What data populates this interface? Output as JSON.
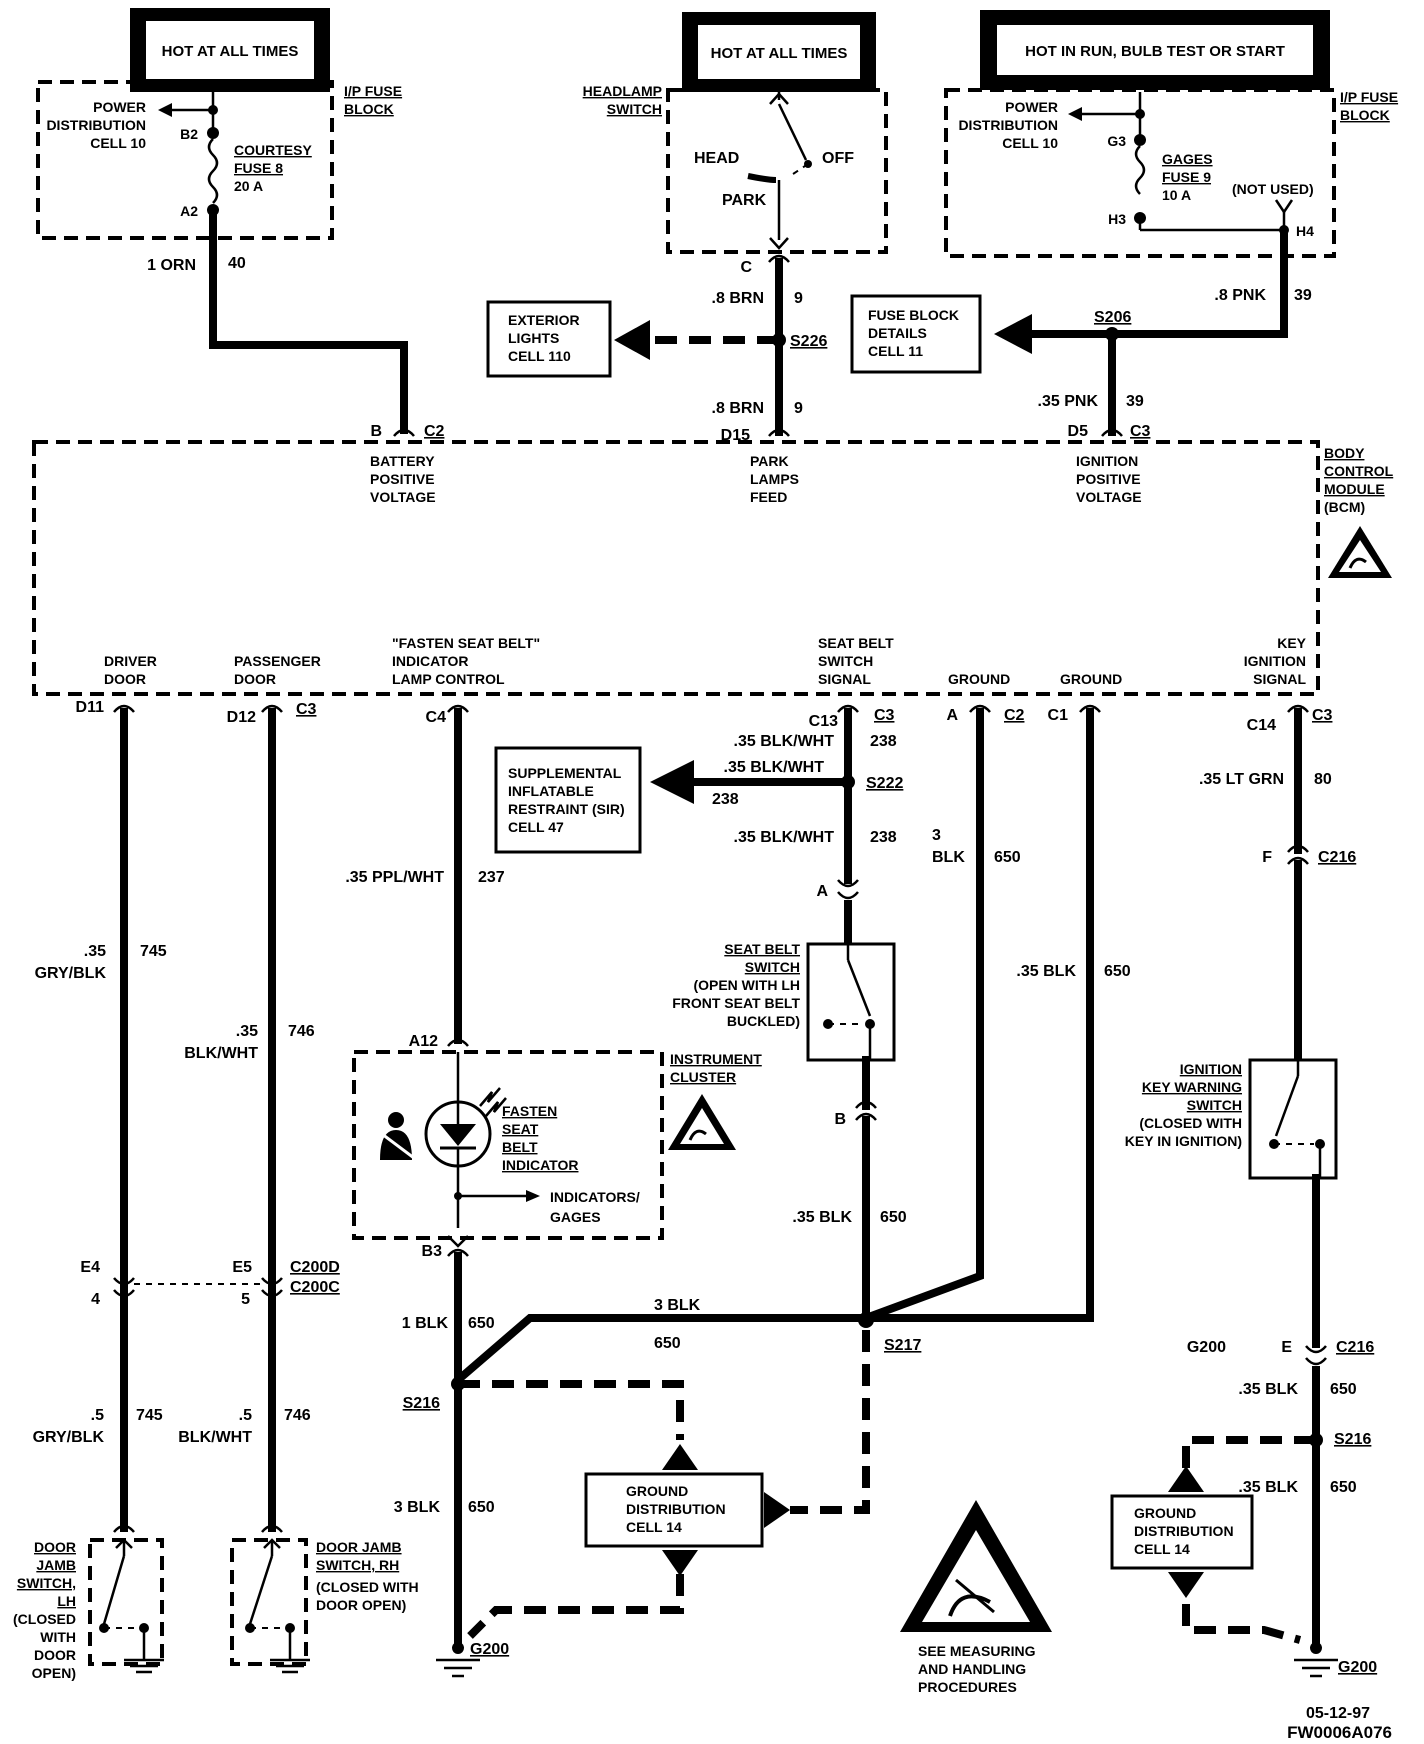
{
  "sources": {
    "hot_at_all_times_left": "HOT AT ALL TIMES",
    "hot_at_all_times_mid": "HOT AT ALL TIMES",
    "hot_in_run": "HOT IN RUN, BULB TEST OR START"
  },
  "fuse_block_left": {
    "title_1": "I/P FUSE",
    "title_2": "BLOCK",
    "pdc_1": "POWER",
    "pdc_2": "DISTRIBUTION",
    "pdc_3": "CELL 10",
    "pin_top": "B2",
    "pin_bot": "A2",
    "fuse_1": "COURTESY",
    "fuse_2": "FUSE 8",
    "fuse_3": "20 A"
  },
  "headlamp_switch": {
    "title_1": "HEADLAMP",
    "title_2": "SWITCH",
    "head": "HEAD",
    "off": "OFF",
    "park": "PARK",
    "conn": "C"
  },
  "fuse_block_right": {
    "title_1": "I/P FUSE",
    "title_2": "BLOCK",
    "pdc_1": "POWER",
    "pdc_2": "DISTRIBUTION",
    "pdc_3": "CELL 10",
    "pin_g3": "G3",
    "pin_h3": "H3",
    "pin_h4": "H4",
    "fuse_1": "GAGES",
    "fuse_2": "FUSE 9",
    "fuse_3": "10 A",
    "not_used": "(NOT USED)"
  },
  "refs": {
    "exterior_1": "EXTERIOR",
    "exterior_2": "LIGHTS",
    "exterior_3": "CELL 110",
    "fuseblk_1": "FUSE BLOCK",
    "fuseblk_2": "DETAILS",
    "fuseblk_3": "CELL 11",
    "sir_1": "SUPPLEMENTAL",
    "sir_2": "INFLATABLE",
    "sir_3": "RESTRAINT (SIR)",
    "sir_4": "CELL 47",
    "gd1_1": "GROUND",
    "gd1_2": "DISTRIBUTION",
    "gd1_3": "CELL 14",
    "gd2_1": "GROUND",
    "gd2_2": "DISTRIBUTION",
    "gd2_3": "CELL 14"
  },
  "wires_top": {
    "w40_color": "1 ORN",
    "w40_num": "40",
    "w9a_color": ".8 BRN",
    "w9a_num": "9",
    "s226": "S226",
    "w9b_color": ".8 BRN",
    "w9b_num": "9",
    "w39a_color": ".8 PNK",
    "w39a_num": "39",
    "s206": "S206",
    "w39b_color": ".35 PNK",
    "w39b_num": "39"
  },
  "bcm": {
    "title_1": "BODY",
    "title_2": "CONTROL",
    "title_3": "MODULE",
    "title_4": "(BCM)",
    "c2_pin": "B",
    "c2": "C2",
    "batt_1": "BATTERY",
    "batt_2": "POSITIVE",
    "batt_3": "VOLTAGE",
    "d15": "D15",
    "park_1": "PARK",
    "park_2": "LAMPS",
    "park_3": "FEED",
    "d5": "D5",
    "c3_top": "C3",
    "ign_1": "IGNITION",
    "ign_2": "POSITIVE",
    "ign_3": "VOLTAGE",
    "drv_1": "DRIVER",
    "drv_2": "DOOR",
    "pass_1": "PASSENGER",
    "pass_2": "DOOR",
    "fsb_1": "\"FASTEN SEAT BELT\"",
    "fsb_2": "INDICATOR",
    "fsb_3": "LAMP CONTROL",
    "sbs_1": "SEAT BELT",
    "sbs_2": "SWITCH",
    "sbs_3": "SIGNAL",
    "gnd_a": "GROUND",
    "gnd_b": "GROUND",
    "key_1": "KEY",
    "key_2": "IGNITION",
    "key_3": "SIGNAL",
    "pin_d11": "D11",
    "pin_d12": "D12",
    "c3_d12": "C3",
    "pin_c4": "C4",
    "pin_c13": "C13",
    "c3_c13": "C3",
    "pin_a": "A",
    "c2_a": "C2",
    "pin_c1": "C1",
    "pin_c14": "C14",
    "c3_c14": "C3"
  },
  "lower": {
    "w745a_color_1": ".35",
    "w745a_color_2": "GRY/BLK",
    "w745a_num": "745",
    "w746a_color_1": ".35",
    "w746a_color_2": "BLK/WHT",
    "w746a_num": "746",
    "w237_color": ".35 PPL/WHT",
    "w237_num": "237",
    "w238a_color": ".35 BLK/WHT",
    "w238a_num": "238",
    "w238b_color": ".35 BLK/WHT",
    "w238b_num": "238",
    "s222": "S222",
    "w238c_color": ".35 BLK/WHT",
    "w238c_num": "238",
    "w650a_color_1": "3",
    "w650a_color_2": "BLK",
    "w650a_num": "650",
    "w650b_color": ".35 BLK",
    "w650b_num": "650",
    "w80_color": ".35 LT GRN",
    "w80_num": "80",
    "c216_f_pin": "F",
    "c216_f": "C216",
    "conn_a": "A",
    "conn_b": "B",
    "sbsw_1": "SEAT BELT",
    "sbsw_2": "SWITCH",
    "sbsw_3": "(OPEN WITH LH",
    "sbsw_4": "FRONT SEAT BELT",
    "sbsw_5": "BUCKLED)",
    "ikw_1": "IGNITION",
    "ikw_2": "KEY WARNING",
    "ikw_3": "SWITCH",
    "ikw_4": "(CLOSED WITH",
    "ikw_5": "KEY IN IGNITION)",
    "a12": "A12",
    "b3": "B3",
    "ic_1": "INSTRUMENT",
    "ic_2": "CLUSTER",
    "fsbi_1": "FASTEN",
    "fsbi_2": "SEAT",
    "fsbi_3": "BELT",
    "fsbi_4": "INDICATOR",
    "ind_1": "INDICATORS/",
    "ind_2": "GAGES",
    "w650c_color": ".35 BLK",
    "w650c_num": "650",
    "e4": "E4",
    "e4_num": "4",
    "e5": "E5",
    "e5_num": "5",
    "c200d": "C200D",
    "c200c": "C200C",
    "w745b_color_1": ".5",
    "w745b_color_2": "GRY/BLK",
    "w745b_num": "745",
    "w746b_color_1": ".5",
    "w746b_color_2": "BLK/WHT",
    "w746b_num": "746",
    "w650d_color": "1 BLK",
    "w650d_num": "650",
    "w650e_color": "3 BLK",
    "w650e_num": "650",
    "s217": "S217",
    "s216_left": "S216",
    "w650f_color": "3 BLK",
    "w650f_num": "650",
    "g200_left": "G200",
    "g200_mid_label": "G200",
    "c216_e_pin": "E",
    "c216_e": "C216",
    "w650g_color": ".35 BLK",
    "w650g_num": "650",
    "s216_right": "S216",
    "w650h_color": ".35 BLK",
    "w650h_num": "650",
    "g200_right": "G200",
    "djl_1": "DOOR",
    "djl_2": "JAMB",
    "djl_3": "SWITCH,",
    "djl_4": "LH",
    "djl_5": "(CLOSED",
    "djl_6": "WITH",
    "djl_7": "DOOR",
    "djl_8": "OPEN)",
    "djr_1": "DOOR JAMB",
    "djr_2": "SWITCH, RH",
    "djr_3": "(CLOSED WITH",
    "djr_4": "DOOR OPEN)",
    "esd_1": "SEE MEASURING",
    "esd_2": "AND HANDLING",
    "esd_3": "PROCEDURES",
    "date": "05-12-97",
    "code": "FW0006A076"
  }
}
